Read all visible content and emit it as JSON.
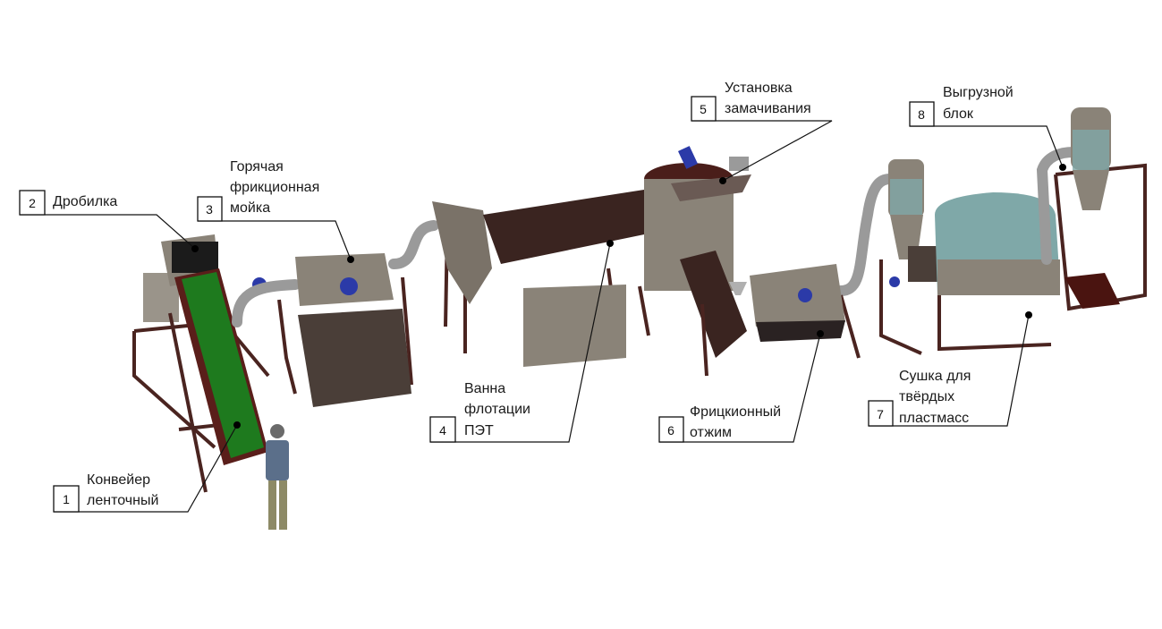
{
  "title": "Линия мойки пластика",
  "labels": [
    {
      "num": "1",
      "lines": [
        "Конвейер",
        "ленточный"
      ]
    },
    {
      "num": "2",
      "lines": [
        "Дробилка"
      ]
    },
    {
      "num": "3",
      "lines": [
        "Горячая",
        "фрикционная",
        "мойка"
      ]
    },
    {
      "num": "4",
      "lines": [
        "Ванна",
        "флотации",
        "ПЭТ"
      ]
    },
    {
      "num": "5",
      "lines": [
        "Установка",
        "замачивания"
      ]
    },
    {
      "num": "6",
      "lines": [
        "Фрицкионный",
        "отжим"
      ]
    },
    {
      "num": "7",
      "lines": [
        "Сушка для",
        "твёрдых",
        "пластмасс"
      ]
    },
    {
      "num": "8",
      "lines": [
        "Выгрузной",
        "блок"
      ]
    }
  ],
  "colors": {
    "belt": "#1e7a1e",
    "frame": "#4a2420",
    "body": "#8a8378",
    "motor": "#2b3aa8",
    "glass": "#7fa8a8"
  }
}
